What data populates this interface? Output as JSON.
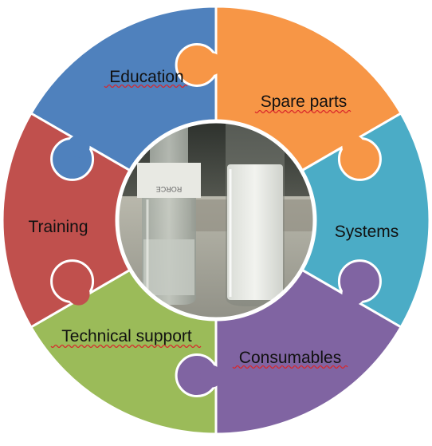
{
  "colors": {
    "education": "#4f81bd",
    "spare_parts": "#f79646",
    "systems": "#4bacc6",
    "consumables": "#8064a2",
    "technical_support": "#9bbb59",
    "training": "#c0504d",
    "outline": "#ffffff",
    "label_text": "#111111",
    "spellcheck_underline": "#d9262b"
  },
  "segments": [
    {
      "id": "education",
      "label": "Education",
      "color_key": "education"
    },
    {
      "id": "spare_parts",
      "label": "Spare parts",
      "color_key": "spare_parts"
    },
    {
      "id": "systems",
      "label": "Systems",
      "color_key": "systems"
    },
    {
      "id": "consumables",
      "label": "Consumables",
      "color_key": "consumables"
    },
    {
      "id": "technical_support",
      "label": "Technical support",
      "color_key": "technical_support"
    },
    {
      "id": "training",
      "label": "Training",
      "color_key": "training"
    }
  ],
  "center_photo": {
    "bottle_text": "RORCE"
  }
}
